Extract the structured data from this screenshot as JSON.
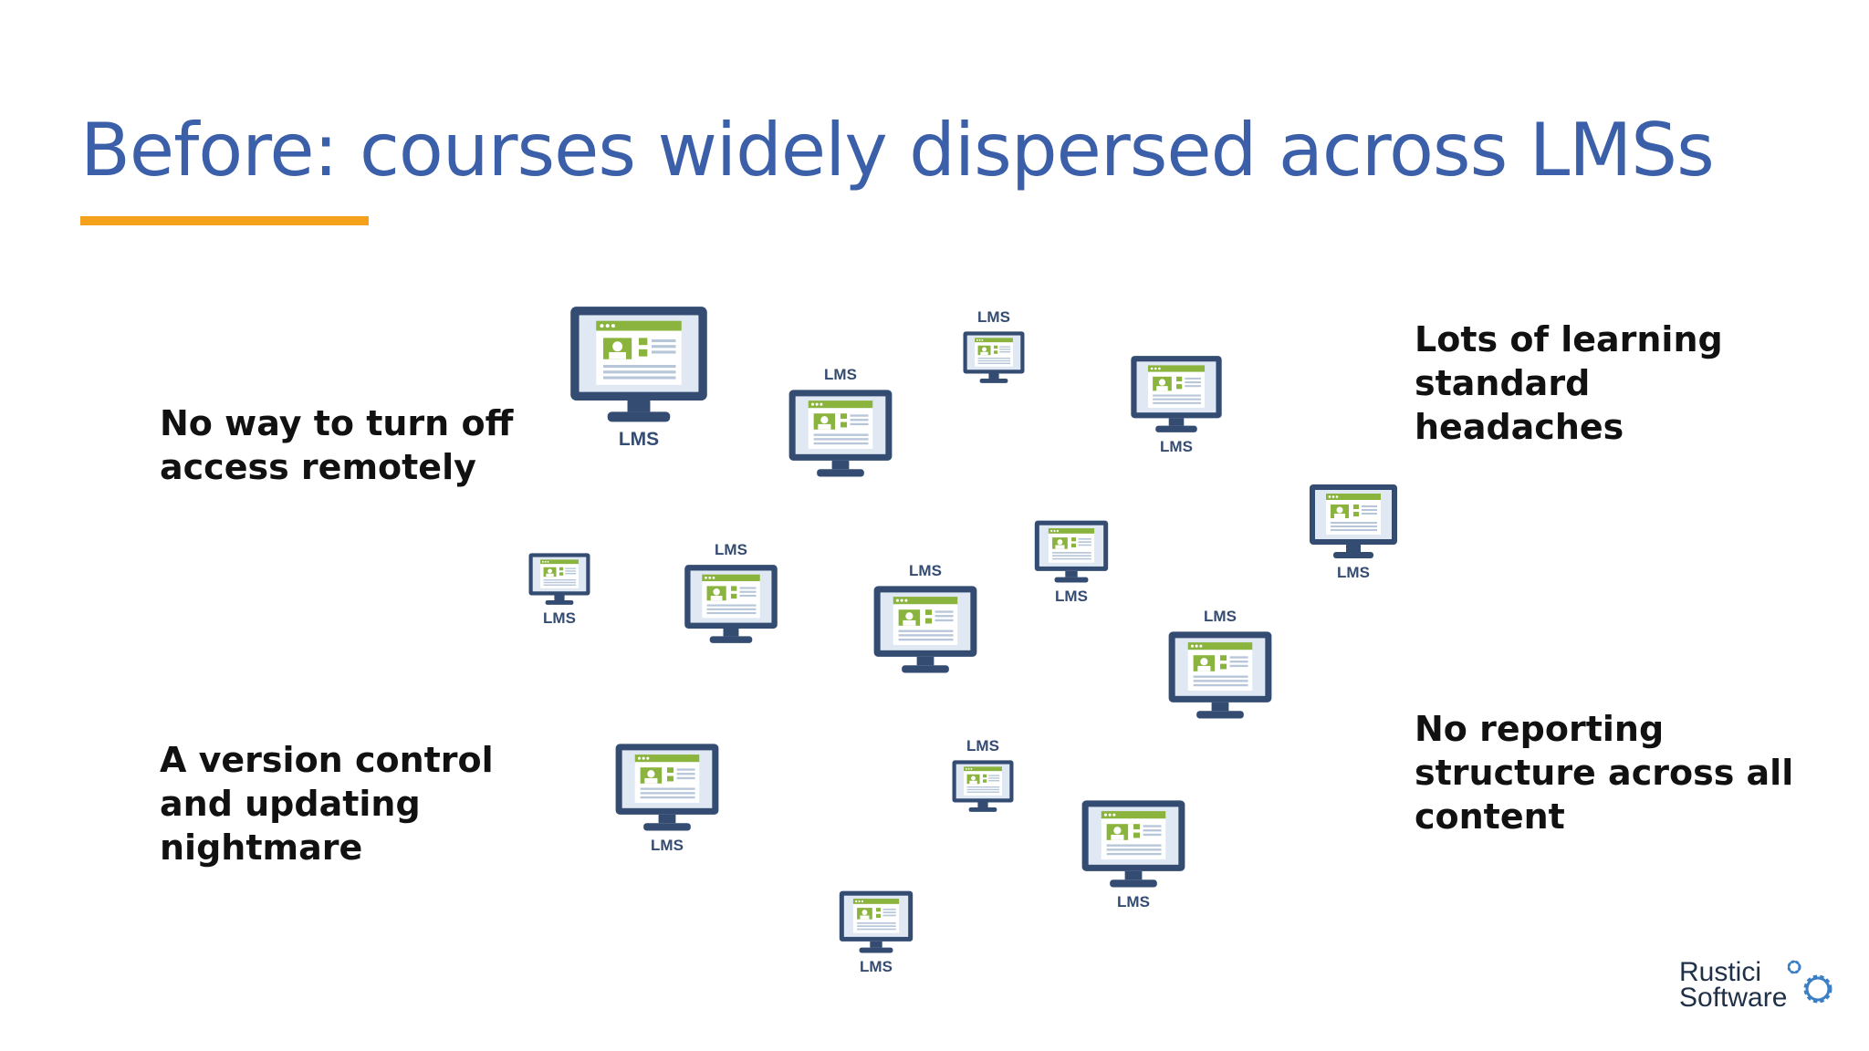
{
  "title": "Before: courses widely dispersed across LMSs",
  "callouts": {
    "top_left": "No way to turn off access remotely",
    "bottom_left": "A version control and updating nightmare",
    "top_right": "Lots of learning standard headaches",
    "bottom_right": "No reporting structure across all content"
  },
  "monitor_label": "LMS",
  "logo": {
    "line1": "Rustici",
    "line2": "Software"
  },
  "colors": {
    "title": "#3b5fa8",
    "accent_bar": "#f5a11c",
    "monitor_frame": "#344c72",
    "monitor_screen": "#dfe8f3",
    "monitor_header": "#8ab43e"
  }
}
